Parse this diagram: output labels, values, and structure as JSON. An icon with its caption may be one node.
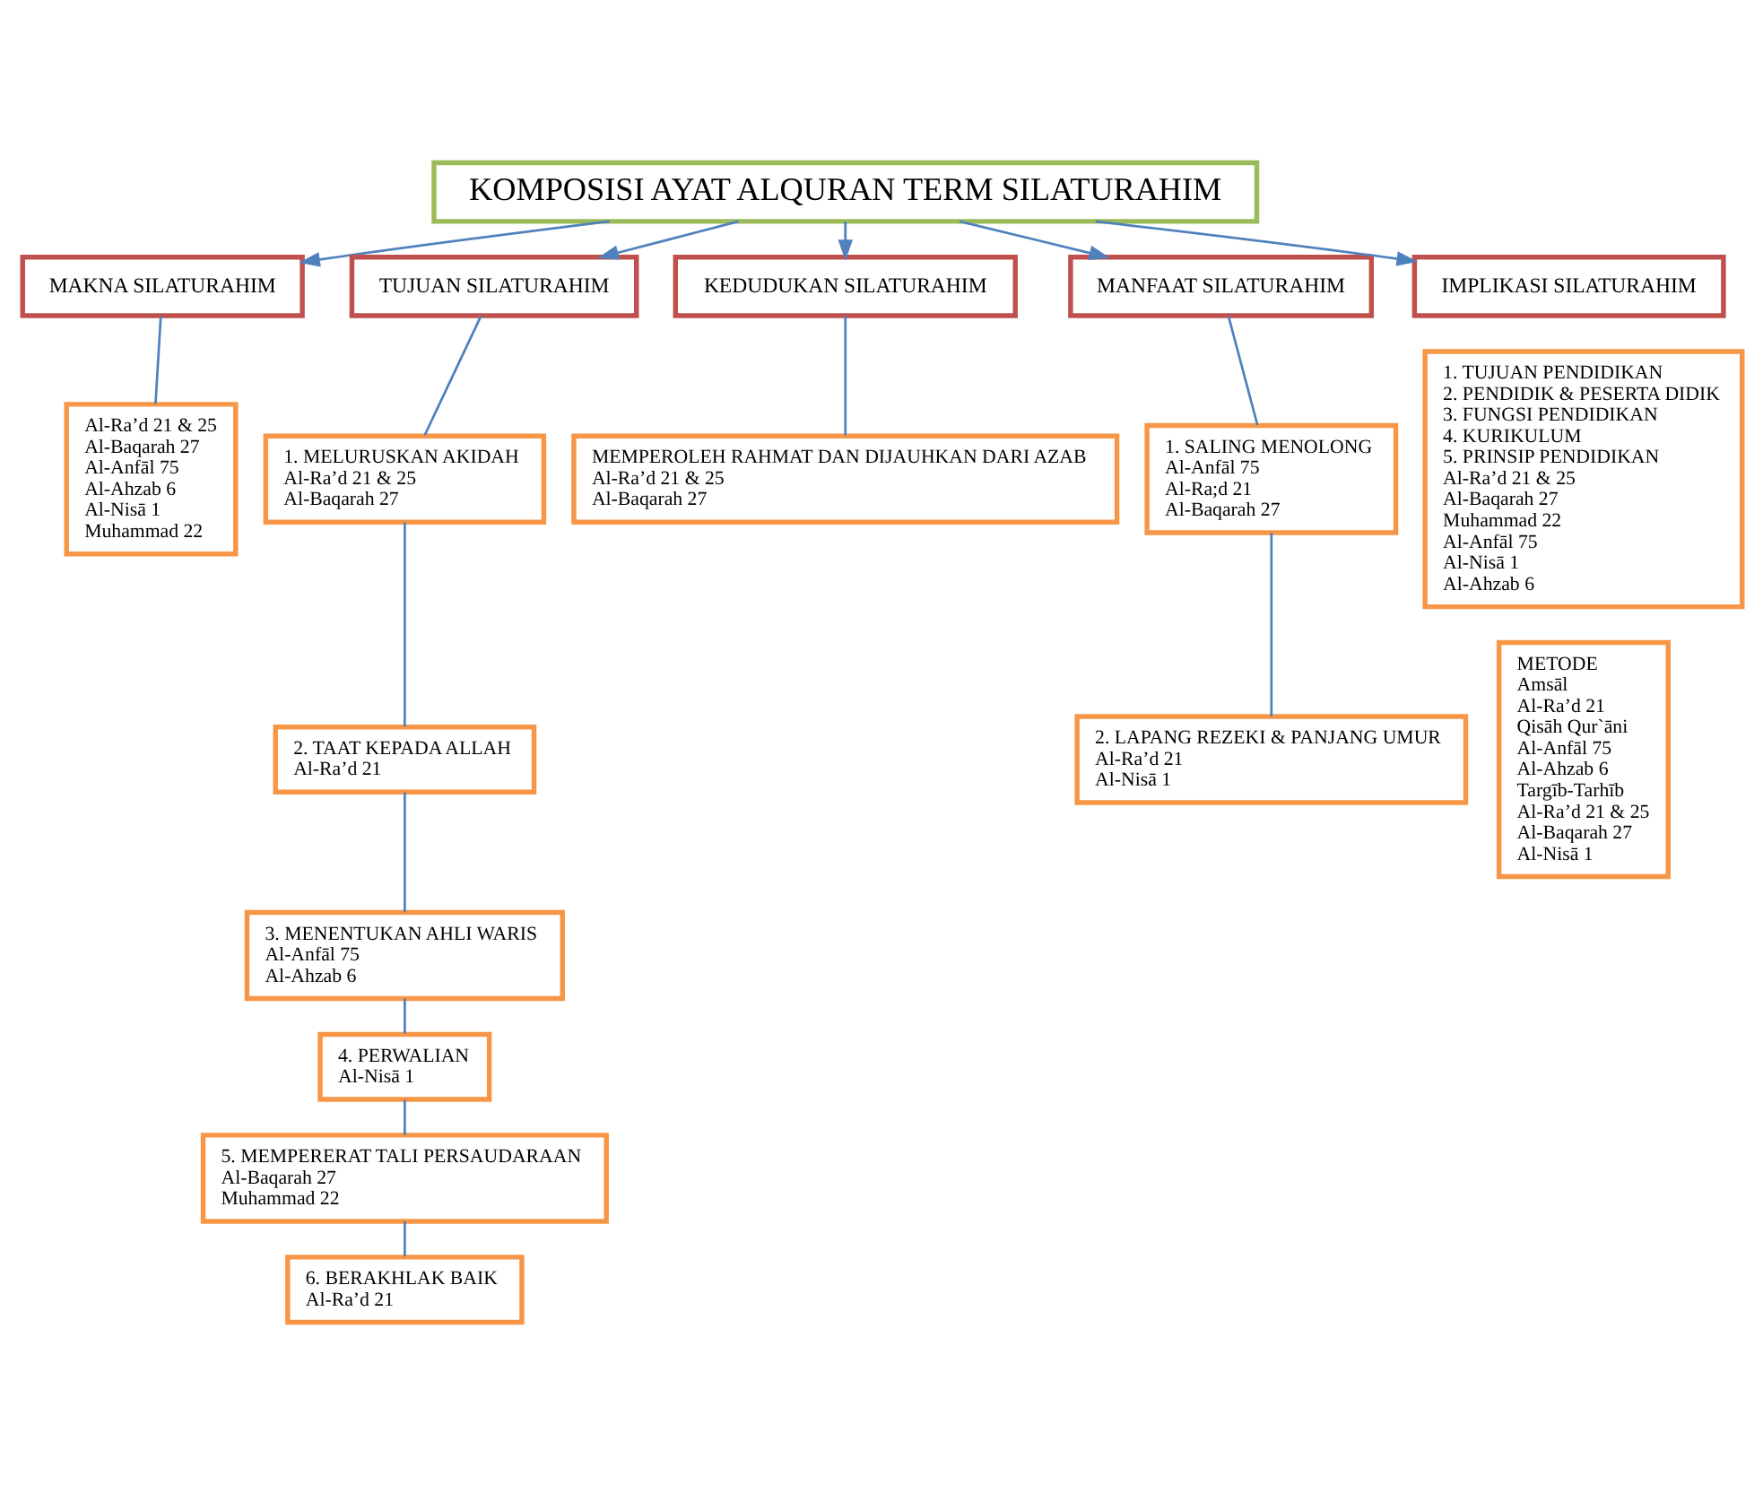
{
  "diagram": {
    "nodes": [
      {
        "text": [
          "KOMPOSISI AYAT ALQURAN TERM SILATURAHIM"
        ]
      },
      {
        "text": [
          "MAKNA SILATURAHIM"
        ]
      },
      {
        "text": [
          "TUJUAN SILATURAHIM"
        ]
      },
      {
        "text": [
          "KEDUDUKAN SILATURAHIM"
        ]
      },
      {
        "text": [
          "MANFAAT SILATURAHIM"
        ]
      },
      {
        "text": [
          "IMPLIKASI SILATURAHIM"
        ]
      },
      {
        "text": [
          "Al-Ra’d 21 & 25",
          "Al-Baqarah 27",
          "Al-Anfāl 75",
          "Al-Ahzab 6",
          "Al-Nisā 1",
          "Muhammad 22"
        ]
      },
      {
        "text": [
          "1. MELURUSKAN AKIDAH",
          "Al-Ra’d 21 & 25",
          "Al-Baqarah 27"
        ]
      },
      {
        "text": [
          "2. TAAT KEPADA ALLAH",
          "Al-Ra’d 21"
        ]
      },
      {
        "text": [
          "3. MENENTUKAN AHLI WARIS",
          "Al-Anfāl 75",
          "Al-Ahzab 6"
        ]
      },
      {
        "text": [
          "4. PERWALIAN",
          "Al-Nisā 1"
        ]
      },
      {
        "text": [
          "5. MEMPERERAT TALI PERSAUDARAAN",
          "Al-Baqarah 27",
          "Muhammad 22"
        ]
      },
      {
        "text": [
          "6. BERAKHLAK BAIK",
          "Al-Ra’d 21"
        ]
      },
      {
        "text": [
          "MEMPEROLEH RAHMAT DAN DIJAUHKAN DARI AZAB",
          "Al-Ra’d 21 & 25",
          "Al-Baqarah 27"
        ]
      },
      {
        "text": [
          "1. SALING MENOLONG",
          "Al-Anfāl 75",
          "Al-Ra;d 21",
          "Al-Baqarah 27"
        ]
      },
      {
        "text": [
          "2. LAPANG REZEKI & PANJANG UMUR",
          "Al-Ra’d 21",
          "Al-Nisā 1"
        ]
      },
      {
        "text": [
          "1. TUJUAN PENDIDIKAN",
          "2. PENDIDIK & PESERTA DIDIK",
          "3. FUNGSI PENDIDIKAN",
          "4. KURIKULUM",
          "5. PRINSIP PENDIDIKAN",
          "Al-Ra’d 21 & 25",
          "Al-Baqarah 27",
          "Muhammad 22",
          "Al-Anfāl 75",
          "Al-Nisā 1",
          "Al-Ahzab 6"
        ]
      },
      {
        "text": [
          "METODE",
          "Amsāl",
          "Al-Ra’d 21",
          "Qisāh Qur`āni",
          "Al-Anfāl 75",
          "Al-Ahzab 6",
          "Targīb-Tarhīb",
          "Al-Ra’d 21 & 25",
          "Al-Baqarah 27",
          "Al-Nisā 1"
        ]
      }
    ],
    "edges": [
      {
        "from": 0,
        "to": 1,
        "arrow": "to"
      },
      {
        "from": 0,
        "to": 2,
        "arrow": "to"
      },
      {
        "from": 0,
        "to": 3,
        "arrow": "to"
      },
      {
        "from": 0,
        "to": 4,
        "arrow": "to"
      },
      {
        "from": 0,
        "to": 5,
        "arrow": "to"
      },
      {
        "from": 1,
        "to": 6,
        "arrow": "none"
      },
      {
        "from": 2,
        "to": 7,
        "arrow": "none"
      },
      {
        "from": 7,
        "to": 8,
        "arrow": "none"
      },
      {
        "from": 8,
        "to": 9,
        "arrow": "none"
      },
      {
        "from": 9,
        "to": 10,
        "arrow": "none"
      },
      {
        "from": 10,
        "to": 11,
        "arrow": "none"
      },
      {
        "from": 11,
        "to": 12,
        "arrow": "none"
      },
      {
        "from": 3,
        "to": 13,
        "arrow": "none"
      },
      {
        "from": 4,
        "to": 14,
        "arrow": "none"
      },
      {
        "from": 14,
        "to": 15,
        "arrow": "none"
      }
    ]
  }
}
